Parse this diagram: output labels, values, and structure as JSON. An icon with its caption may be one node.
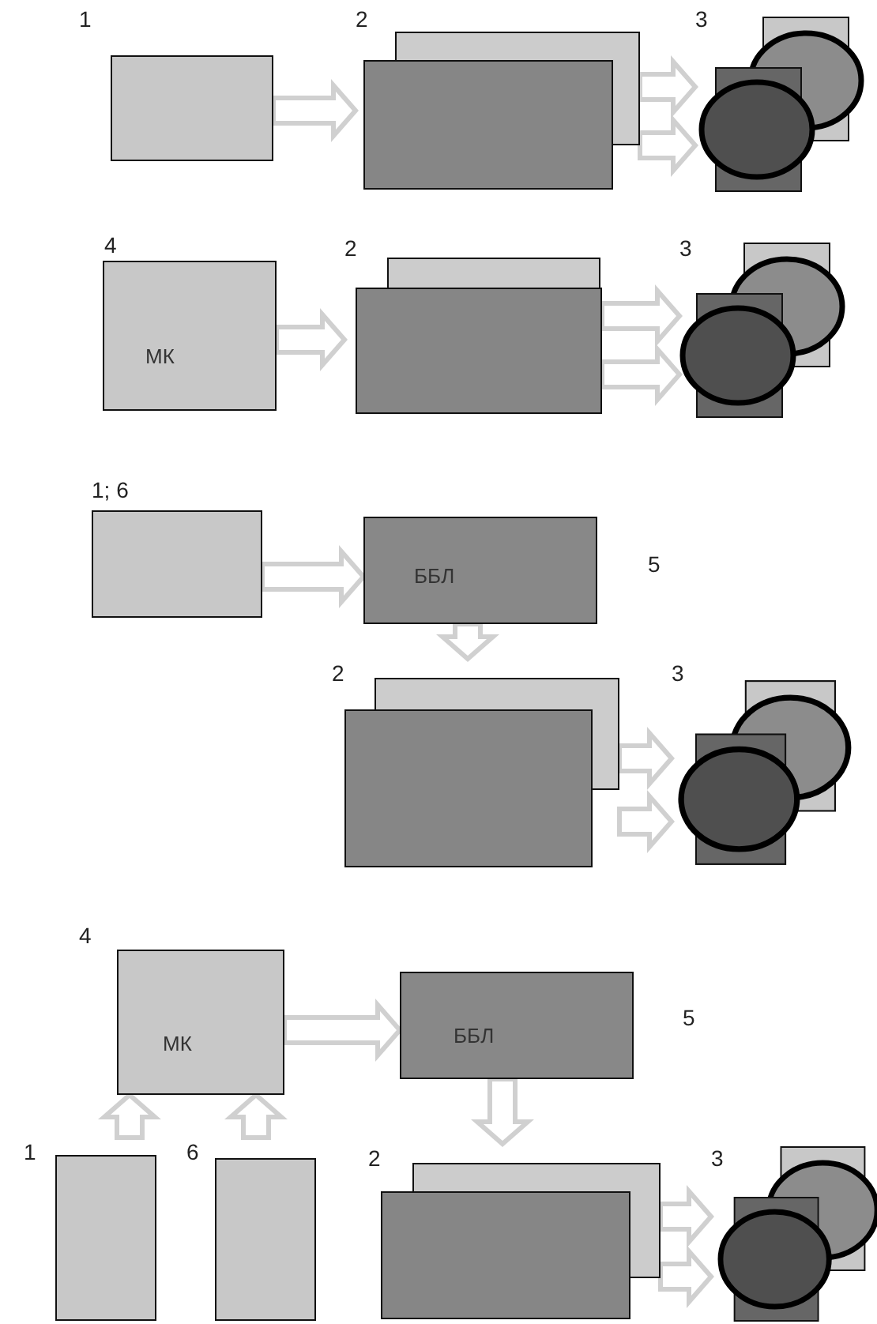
{
  "diagram": {
    "nodes": [
      {
        "text": [
          "1"
        ]
      },
      {
        "text": [
          "2"
        ]
      },
      {
        "text": [
          "3"
        ]
      },
      {
        "text": [
          "4",
          "МК"
        ]
      },
      {
        "text": [
          "2"
        ]
      },
      {
        "text": [
          "3"
        ]
      },
      {
        "text": [
          "1; 6"
        ]
      },
      {
        "text": [
          "ББЛ"
        ],
        "beside": [
          "5"
        ]
      },
      {
        "text": [
          "2"
        ]
      },
      {
        "text": [
          "3"
        ]
      },
      {
        "text": [
          "4",
          "МК"
        ]
      },
      {
        "text": [
          "ББЛ"
        ],
        "beside": [
          "5"
        ]
      },
      {
        "text": [
          "1"
        ]
      },
      {
        "text": [
          "6"
        ]
      },
      {
        "text": [
          "2"
        ]
      },
      {
        "text": [
          "3"
        ]
      }
    ],
    "edges": [
      {
        "from": 0,
        "to": 1,
        "arrow": "to"
      },
      {
        "from": 1,
        "to": 2,
        "arrow": "to"
      },
      {
        "from": 1,
        "to": 2,
        "arrow": "to"
      },
      {
        "from": 3,
        "to": 4,
        "arrow": "to"
      },
      {
        "from": 4,
        "to": 5,
        "arrow": "to"
      },
      {
        "from": 4,
        "to": 5,
        "arrow": "to"
      },
      {
        "from": 6,
        "to": 7,
        "arrow": "to"
      },
      {
        "from": 7,
        "to": 8,
        "arrow": "to"
      },
      {
        "from": 8,
        "to": 9,
        "arrow": "to"
      },
      {
        "from": 8,
        "to": 9,
        "arrow": "to"
      },
      {
        "from": 10,
        "to": 11,
        "arrow": "to"
      },
      {
        "from": 12,
        "to": 10,
        "arrow": "to"
      },
      {
        "from": 13,
        "to": 10,
        "arrow": "to"
      },
      {
        "from": 11,
        "to": 14,
        "arrow": "to"
      },
      {
        "from": 14,
        "to": 15,
        "arrow": "to"
      },
      {
        "from": 14,
        "to": 15,
        "arrow": "to"
      }
    ]
  }
}
